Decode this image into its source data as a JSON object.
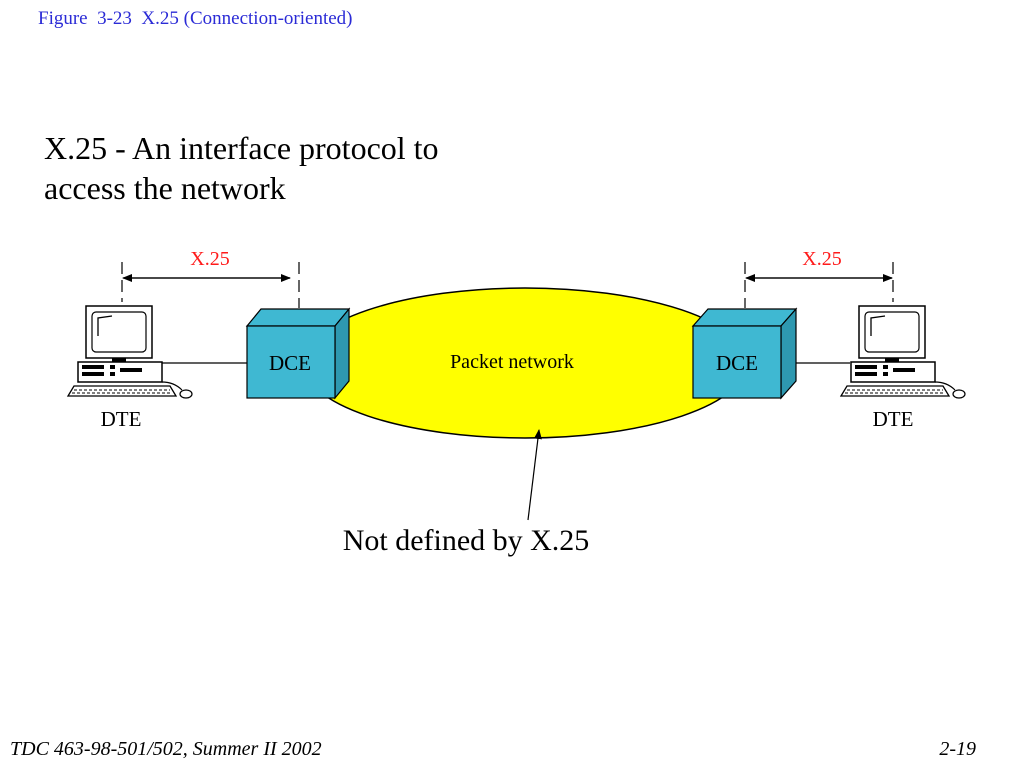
{
  "figure_caption": "Figure  3-23  X.25 (Connection-oriented)",
  "heading": {
    "line1": "X.25 - An interface protocol to",
    "line2": "access the network"
  },
  "diagram": {
    "left_interface_label": "X.25",
    "right_interface_label": "X.25",
    "left_device_label": "DCE",
    "right_device_label": "DCE",
    "left_terminal_label": "DTE",
    "right_terminal_label": "DTE",
    "network_label": "Packet network",
    "note": "Not defined by X.25"
  },
  "colors": {
    "caption": "#2b2bd6",
    "interface_label": "#ff1a1a",
    "network_fill": "#ffff00",
    "device_fill": "#3fb8d2"
  },
  "footer": {
    "course": "TDC 463-98-501/502, Summer II 2002",
    "page": "2-19"
  }
}
